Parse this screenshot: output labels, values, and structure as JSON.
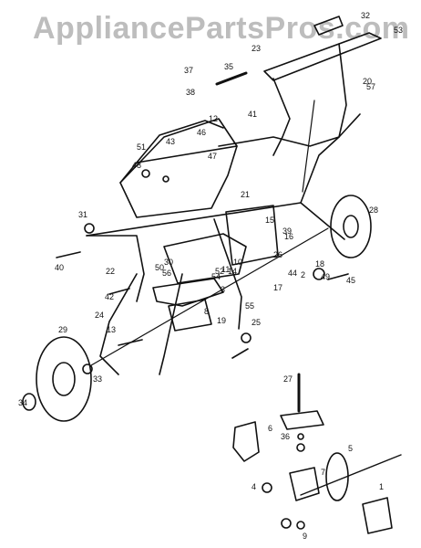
{
  "watermark": "AppliancePartsPros.com",
  "callouts": [
    "1",
    "2",
    "3",
    "4",
    "5",
    "6",
    "7",
    "8",
    "9",
    "10",
    "11",
    "12",
    "13",
    "14",
    "15",
    "16",
    "17",
    "18",
    "19",
    "20",
    "21",
    "22",
    "23",
    "24",
    "25",
    "26",
    "27",
    "28",
    "29",
    "30",
    "31",
    "32",
    "33",
    "34",
    "35",
    "36",
    "37",
    "38",
    "39",
    "40",
    "41",
    "42",
    "43",
    "44",
    "45",
    "46",
    "47",
    "48",
    "49",
    "50",
    "51",
    "52",
    "53",
    "54",
    "55",
    "56",
    "57"
  ],
  "colors": {
    "line": "#111111",
    "watermark": "#bdbdbd",
    "background": "#ffffff"
  }
}
